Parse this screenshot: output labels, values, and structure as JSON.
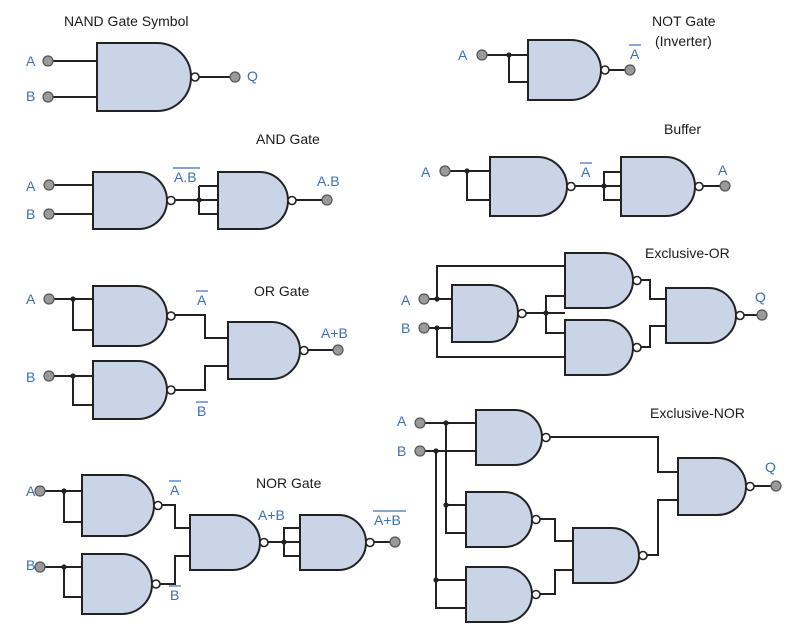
{
  "sections": {
    "nand": {
      "title": "NAND Gate Symbol",
      "in_a": "A",
      "in_b": "B",
      "out": "Q"
    },
    "not": {
      "title": "NOT Gate",
      "subtitle": "(Inverter)",
      "in_a": "A",
      "out": "A"
    },
    "and": {
      "title": "AND Gate",
      "in_a": "A",
      "in_b": "B",
      "mid": "A.B",
      "out": "A.B"
    },
    "buffer": {
      "title": "Buffer",
      "in_a": "A",
      "mid": "A",
      "out": "A"
    },
    "or": {
      "title": "OR Gate",
      "in_a": "A",
      "in_b": "B",
      "mid_a": "A",
      "mid_b": "B",
      "out": "A+B"
    },
    "xor": {
      "title": "Exclusive-OR",
      "in_a": "A",
      "in_b": "B",
      "out": "Q"
    },
    "nor": {
      "title": "NOR Gate",
      "in_a": "A",
      "in_b": "B",
      "mid_a": "A",
      "mid_b": "B",
      "mid": "A+B",
      "out": "A+B"
    },
    "xnor": {
      "title": "Exclusive-NOR",
      "in_a": "A",
      "in_b": "B",
      "out": "Q"
    }
  },
  "colors": {
    "gate_fill": "#c9d5e6",
    "label": "#3b6fb6",
    "terminal": "#9a9a9a"
  }
}
